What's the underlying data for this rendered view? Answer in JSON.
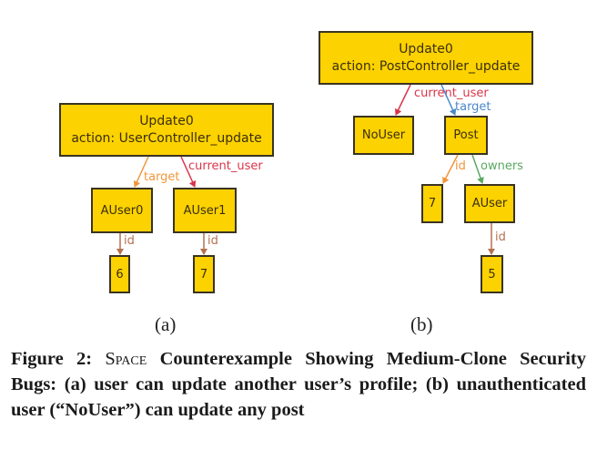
{
  "figure": {
    "colors": {
      "node_fill": "#fcd200",
      "node_border": "#3a3322",
      "edge_target_a": "#f0963c",
      "edge_current_user": "#d9354a",
      "edge_id": "#b5714f",
      "edge_target_b": "#4a88c8",
      "edge_id_orange": "#f0963c",
      "edge_owners": "#5aa860"
    },
    "panel_a": {
      "sub_label": "(a)",
      "nodes": {
        "update": {
          "line1": "Update0",
          "line2": "action: UserController_update"
        },
        "auser0": "AUser0",
        "auser1": "AUser1",
        "val6": "6",
        "val7": "7"
      },
      "edges": [
        {
          "from": "update",
          "to": "auser0",
          "label": "target"
        },
        {
          "from": "update",
          "to": "auser1",
          "label": "current_user"
        },
        {
          "from": "auser0",
          "to": "val6",
          "label": "id"
        },
        {
          "from": "auser1",
          "to": "val7",
          "label": "id"
        }
      ]
    },
    "panel_b": {
      "sub_label": "(b)",
      "nodes": {
        "update": {
          "line1": "Update0",
          "line2": "action: PostController_update"
        },
        "nouser": "NoUser",
        "post": "Post",
        "val7": "7",
        "auser": "AUser",
        "val5": "5"
      },
      "edges": [
        {
          "from": "update",
          "to": "nouser",
          "label": "current_user"
        },
        {
          "from": "update",
          "to": "post",
          "label": "target"
        },
        {
          "from": "post",
          "to": "val7",
          "label": "id"
        },
        {
          "from": "post",
          "to": "auser",
          "label": "owners"
        },
        {
          "from": "auser",
          "to": "val5",
          "label": "id"
        }
      ]
    }
  },
  "caption": {
    "prefix": "Figure 2:",
    "system_name": "Space",
    "text": "Counterexample Showing Medium-Clone Security Bugs: (a) user can update another user’s profile; (b) unauthenticated user (“NoUser”) can update any post"
  }
}
